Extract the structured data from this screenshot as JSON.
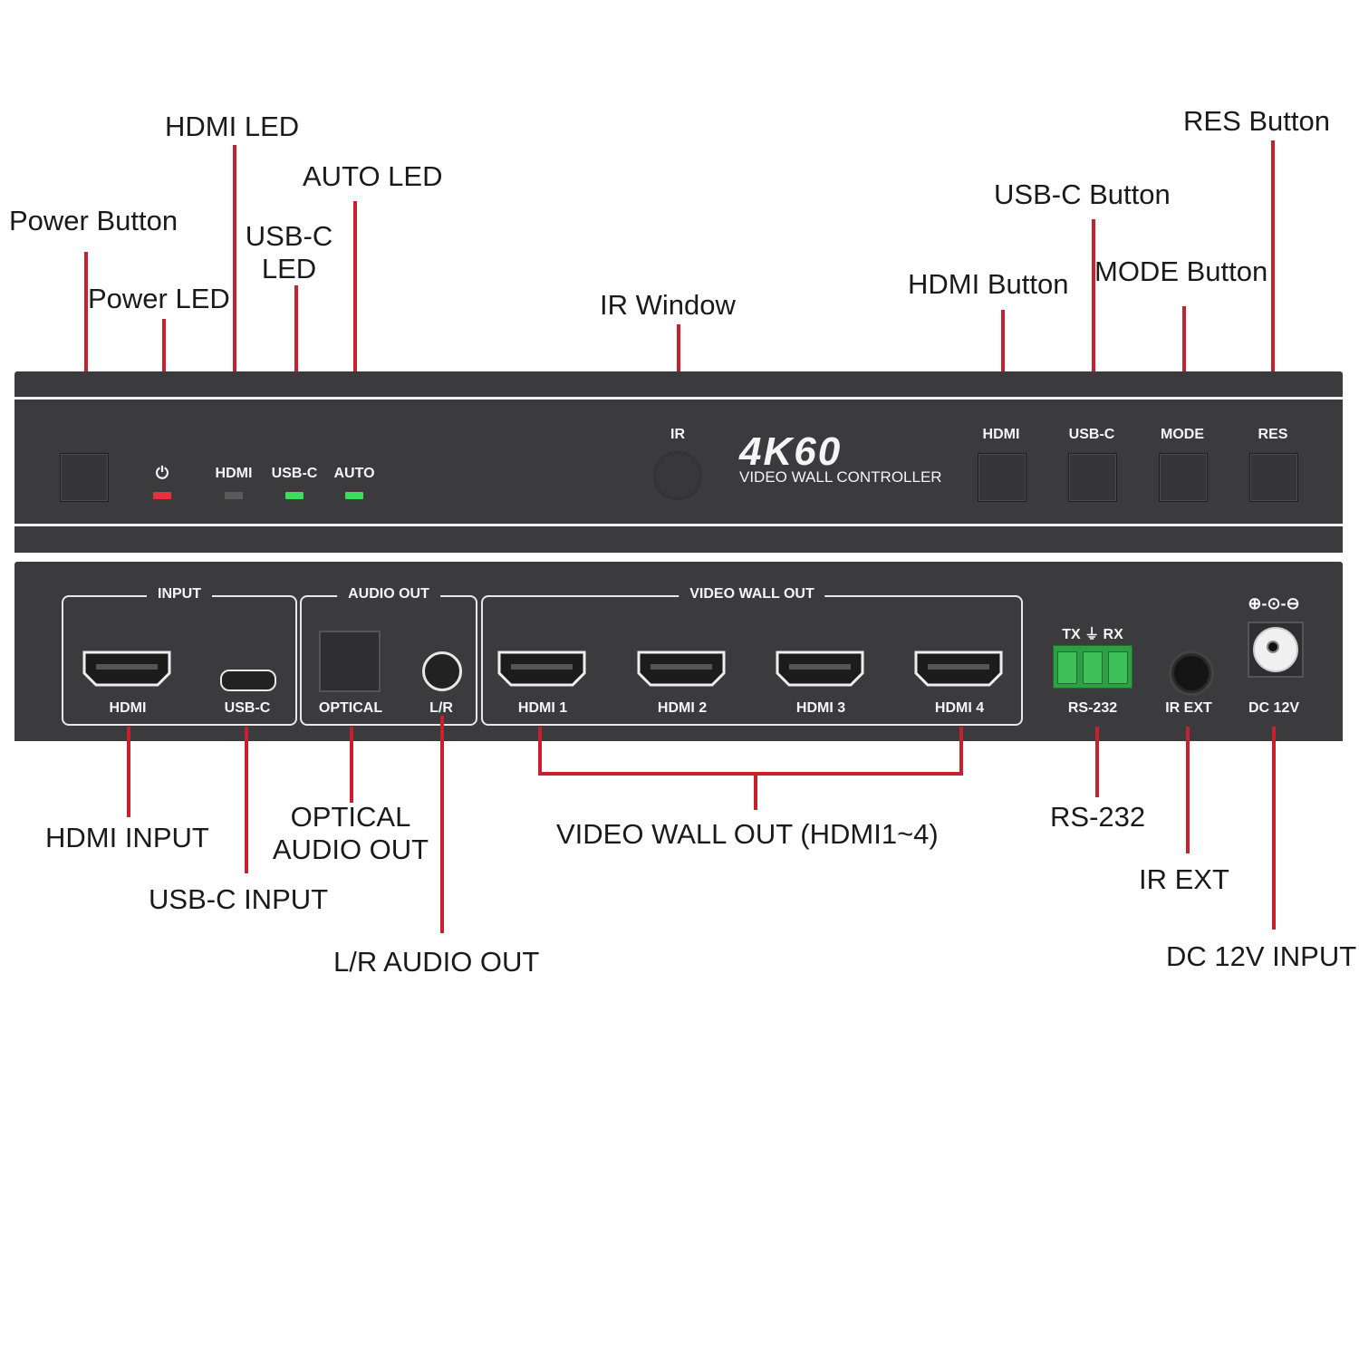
{
  "front_callouts": {
    "power_button": "Power Button",
    "power_led": "Power LED",
    "hdmi_led": "HDMI LED",
    "usbc_led_line1": "USB-C",
    "usbc_led_line2": "LED",
    "auto_led": "AUTO LED",
    "ir_window": "IR Window",
    "hdmi_button": "HDMI Button",
    "usbc_button": "USB-C Button",
    "mode_button": "MODE Button",
    "res_button": "RES Button"
  },
  "front_panel": {
    "power_symbol": "⏻",
    "led_labels": {
      "hdmi": "HDMI",
      "usbc": "USB-C",
      "auto": "AUTO"
    },
    "ir_label": "IR",
    "brand_title": "4K60",
    "brand_subtitle": "VIDEO WALL CONTROLLER",
    "button_labels": {
      "hdmi": "HDMI",
      "usbc": "USB-C",
      "mode": "MODE",
      "res": "RES"
    },
    "led_colors": {
      "power": "#e8313f",
      "hdmi": "#5a5a5a",
      "usbc": "#3ddc5a",
      "auto": "#3ddc5a"
    }
  },
  "rear_panel": {
    "input_group": "INPUT",
    "audio_group": "AUDIO OUT",
    "video_group": "VIDEO WALL OUT",
    "ports": {
      "hdmi_in": "HDMI",
      "usbc_in": "USB-C",
      "optical": "OPTICAL",
      "lr": "L/R",
      "hdmi1": "HDMI 1",
      "hdmi2": "HDMI 2",
      "hdmi3": "HDMI 3",
      "hdmi4": "HDMI 4",
      "rs232": "RS-232",
      "ir_ext": "IR EXT",
      "dc": "DC 12V"
    },
    "rs232_pins": "TX ⏚ RX",
    "dc_polarity": "⊕-⊙-⊖"
  },
  "rear_callouts": {
    "hdmi_input": "HDMI INPUT",
    "usbc_input": "USB-C INPUT",
    "optical_line1": "OPTICAL",
    "optical_line2": "AUDIO OUT",
    "lr_audio_out": "L/R AUDIO OUT",
    "video_wall_out": "VIDEO WALL OUT (HDMI1~4)",
    "rs232": "RS-232",
    "ir_ext": "IR EXT",
    "dc_input": "DC 12V INPUT"
  },
  "colors": {
    "leader": "#c8202d",
    "panel": "#3b3b3e"
  }
}
